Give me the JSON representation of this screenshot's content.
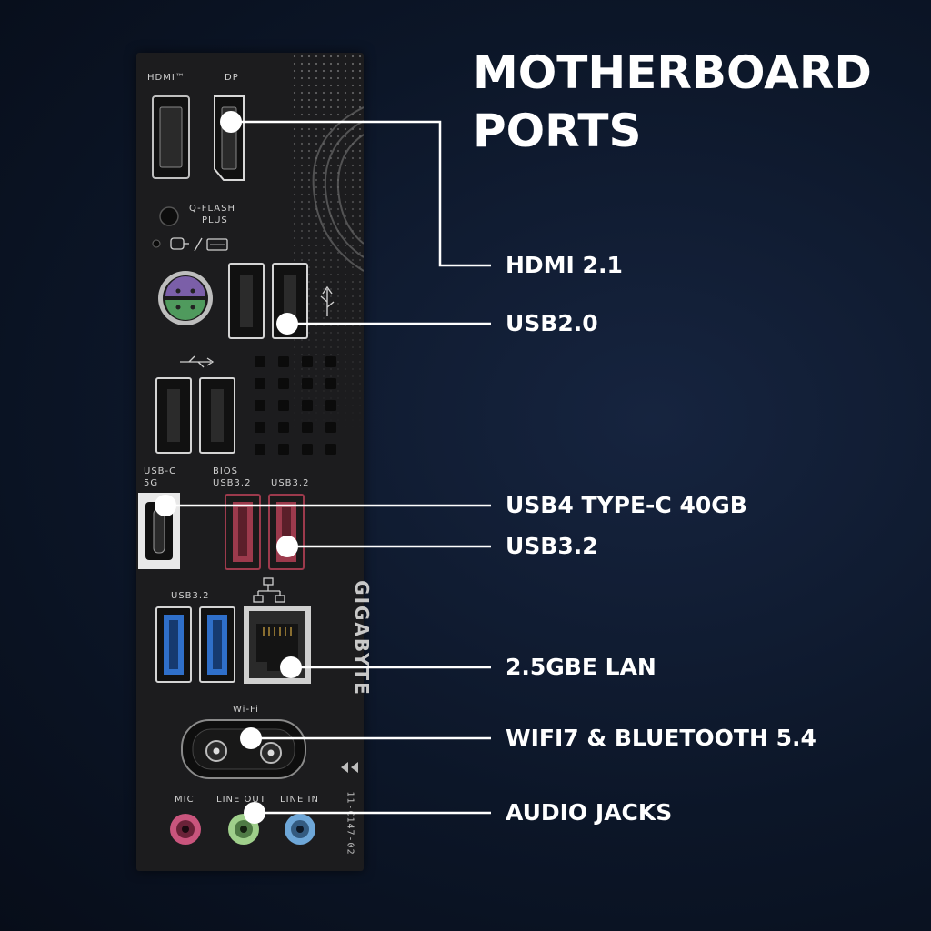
{
  "title": {
    "line1": "MOTHERBOARD",
    "line2": "PORTS"
  },
  "callouts": [
    {
      "id": "hdmi",
      "label": "HDMI 2.1"
    },
    {
      "id": "usb20",
      "label": "USB2.0"
    },
    {
      "id": "usb4",
      "label": "USB4 TYPE-C 40GB"
    },
    {
      "id": "usb32",
      "label": "USB3.2"
    },
    {
      "id": "lan",
      "label": "2.5GBE LAN"
    },
    {
      "id": "wifi",
      "label": "WIFI7 & BLUETOOTH 5.4"
    },
    {
      "id": "audio",
      "label": "AUDIO JACKS"
    }
  ],
  "panel": {
    "hdmi_label": "HDMI™",
    "dp_label": "DP",
    "qflash_line1": "Q-FLASH",
    "qflash_line2": "PLUS",
    "usbc_line1": "USB-C",
    "usbc_line2": "5G",
    "bios_line1": "BIOS",
    "bios_line2": "USB3.2",
    "usb32_top": "USB3.2",
    "usb32_left": "USB3.2",
    "wifi_label": "Wi-Fi",
    "mic_label": "MIC",
    "lineout_label": "LINE OUT",
    "linein_label": "LINE IN",
    "brand": "GIGABYTE",
    "part_number": "11-C147-02"
  },
  "colors": {
    "usb32_red": "#9c3a4c",
    "usb32_blue": "#2f6fc9",
    "mic_pink": "#c9557d",
    "lineout_green": "#9fcf8b",
    "linein_blue": "#6ea7d8",
    "ps2_purple": "#7b5fa8",
    "ps2_green": "#4f9a5d"
  },
  "icons": [
    "mouse-icon",
    "keyboard-icon",
    "usb-icon",
    "network-icon",
    "arrow-icon"
  ]
}
